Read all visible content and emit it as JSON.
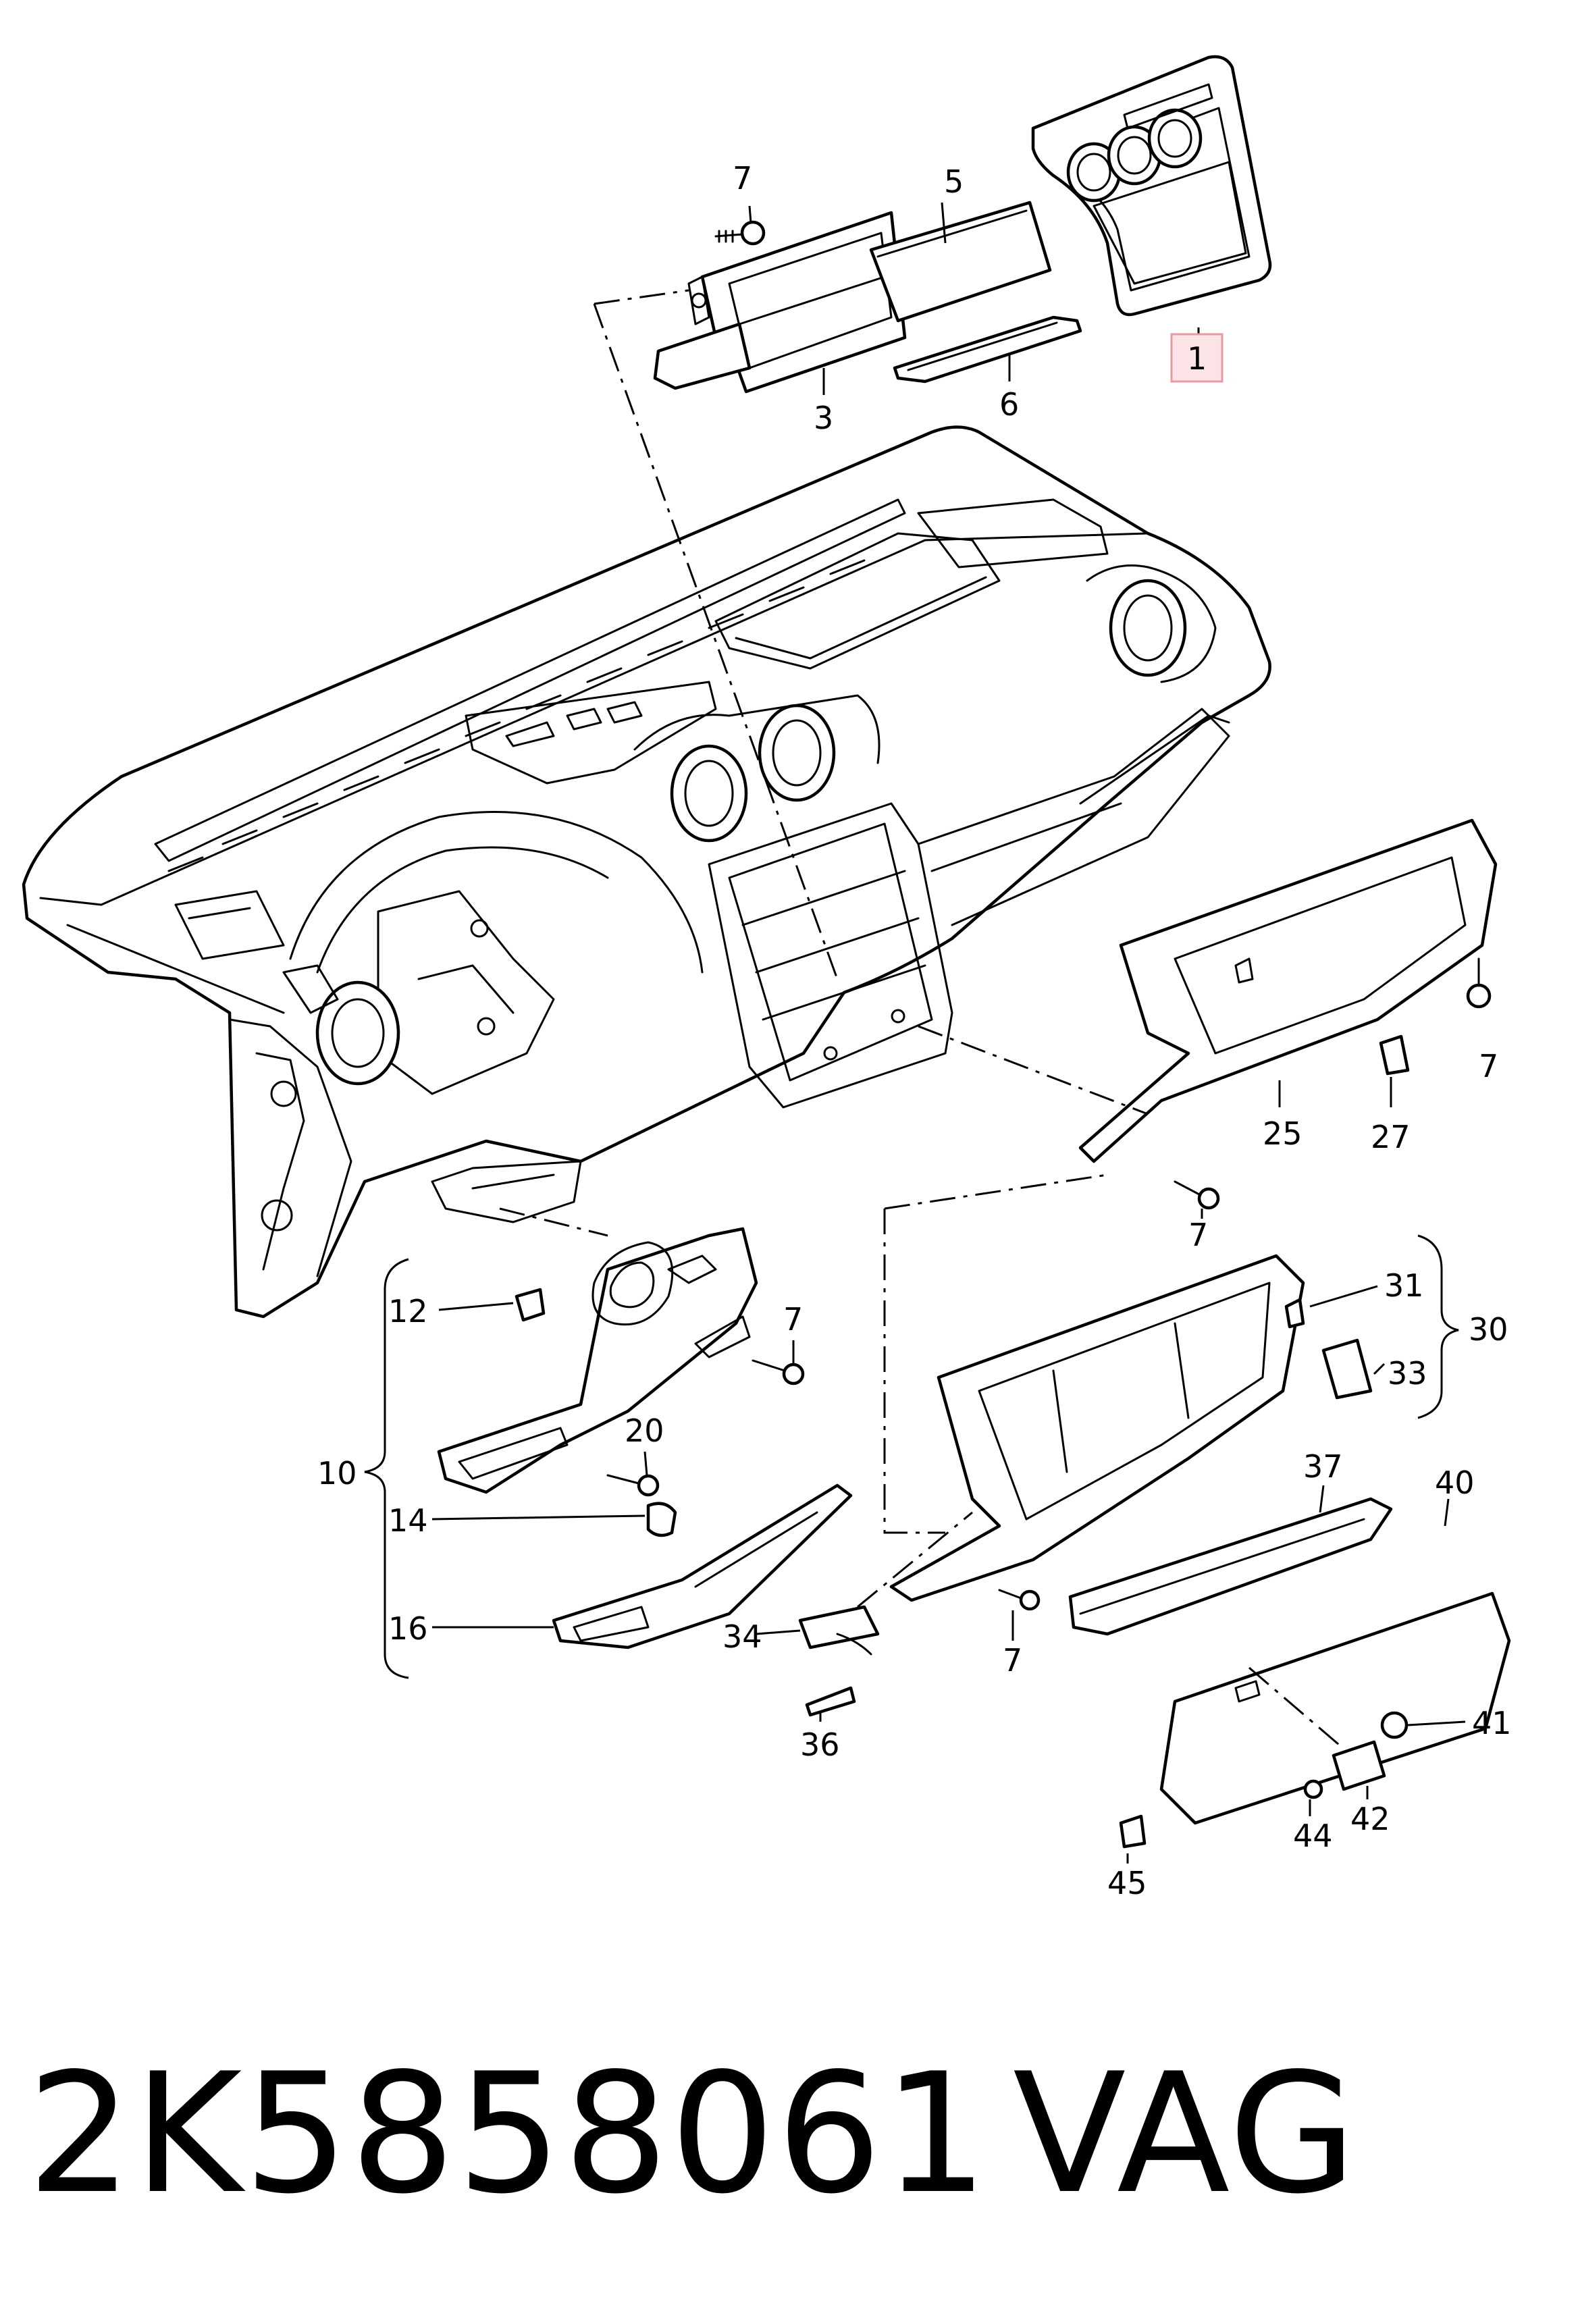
{
  "labels": {
    "p1": "1",
    "p3": "3",
    "p5": "5",
    "p6": "6",
    "p7": "7",
    "p10": "10",
    "p12": "12",
    "p14": "14",
    "p16": "16",
    "p20": "20",
    "p25": "25",
    "p27": "27",
    "p30": "30",
    "p31": "31",
    "p33": "33",
    "p34": "34",
    "p36": "36",
    "p37": "37",
    "p40": "40",
    "p41": "41",
    "p42": "42",
    "p44": "44",
    "p45": "45"
  },
  "caption": {
    "part_number": "2K5858061",
    "brand": "VAG"
  },
  "colors": {
    "highlight_fill": "#fce4e6",
    "highlight_stroke": "#e89aa3"
  }
}
